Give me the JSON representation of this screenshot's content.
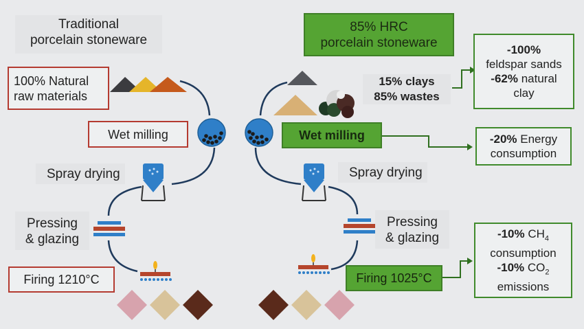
{
  "left": {
    "title_line1": "Traditional",
    "title_line2": "porcelain stoneware",
    "raw_line1": "100% Natural",
    "raw_line2": "raw materials",
    "wet_milling": "Wet milling",
    "spray_drying": "Spray drying",
    "pressing_line1": "Pressing",
    "pressing_line2": "& glazing",
    "firing": "Firing 1210°C"
  },
  "right": {
    "title_line1": "85% HRC",
    "title_line2": "porcelain stoneware",
    "clays": "15% clays",
    "wastes": "85% wastes",
    "wet_milling": "Wet milling",
    "spray_drying": "Spray drying",
    "pressing_line1": "Pressing",
    "pressing_line2": "& glazing",
    "firing": "Firing 1025°C"
  },
  "benefits": {
    "feldspar_pct": "-100%",
    "feldspar_text": "feldspar sands",
    "clay_pct": "-62%",
    "clay_text1": "natural",
    "clay_text2": "clay",
    "energy_pct": "-20%",
    "energy_text1": "Energy",
    "energy_text2": "consumption",
    "ch4_pct": "-10%",
    "ch4_text": "CH",
    "ch4_sub": "4",
    "ch4_text2": "consumption",
    "co2_pct": "-10%",
    "co2_text": "CO",
    "co2_sub": "2",
    "co2_text2": "emissions"
  },
  "colors": {
    "traditional_border": "#b43a30",
    "hrc_green": "#55a433",
    "flow_line": "#1f3a5c",
    "mill_blue": "#2f7fc8"
  }
}
